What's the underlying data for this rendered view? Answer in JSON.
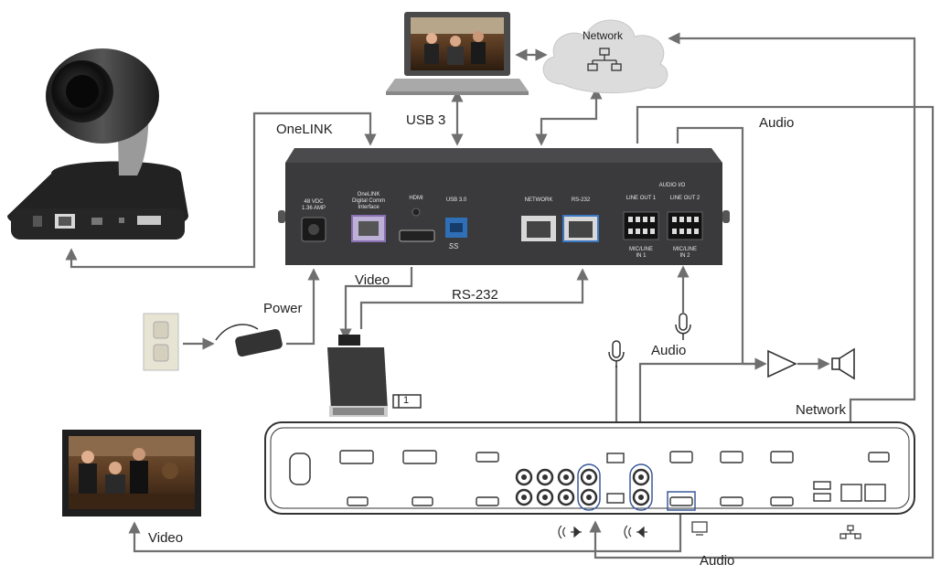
{
  "labels": {
    "network_cloud": "Network",
    "usb3": "USB 3",
    "onelink": "OneLINK",
    "audio_top": "Audio",
    "video_mid": "Video",
    "rs232": "RS-232",
    "power": "Power",
    "audio_mid": "Audio",
    "network_right": "Network",
    "video_bottom": "Video",
    "audio_bottom": "Audio"
  },
  "bridge_panel": {
    "power_port": "48 VDC\n1.36 AMP",
    "onelink_port": "OneLINK\nDigital Comm\nInterface",
    "hdmi_port": "HDMI",
    "usb_port": "USB 3.0",
    "network_port": "NETWORK",
    "rs232_port": "RS-232",
    "audio_io": "AUDIO I/O",
    "line_out_1": "LINE OUT 1",
    "line_out_2": "LINE OUT 2",
    "mic_line_1": "MIC/LINE\nIN 1",
    "mic_line_2": "MIC/LINE\nIN 2",
    "usb_logo": "SS"
  },
  "monitor_icon_label": "1",
  "colors": {
    "arrow": "#6f6f6f",
    "device_body": "#3a3a3c",
    "port_purple": "#8a6fb3",
    "port_blue": "#3a78c2",
    "usb_blue": "#2f6fb8",
    "cloud": "#dcdcdc"
  }
}
